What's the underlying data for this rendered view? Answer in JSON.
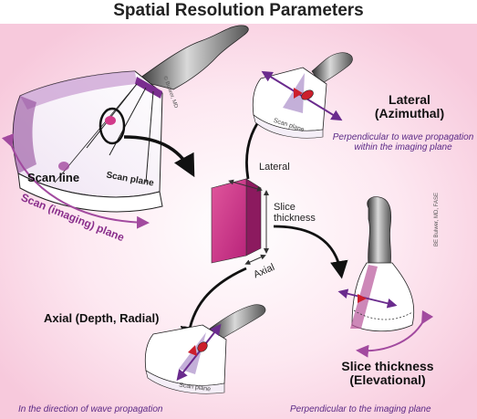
{
  "title": "Spatial Resolution Parameters",
  "labels": {
    "scan_line": "Scan line",
    "scan_plane": "Scan plane",
    "scan_imaging_plane": "Scan  (imaging) plane",
    "lateral_arrow": "Lateral",
    "slice_thickness_arrow": "Slice thickness",
    "axial_arrow": "Axial",
    "small_scan_plane": "Scan plane",
    "probe_credit": "© Bulwer, MD"
  },
  "lateral": {
    "title": "Lateral (Azimuthal)",
    "description": "Perpendicular to wave propagation within the imaging plane"
  },
  "axial": {
    "title": "Axial  (Depth, Radial)",
    "description": "In the direction of wave propagation"
  },
  "elevational": {
    "title": "Slice thickness (Elevational)",
    "description": "Perpendicular to the imaging plane"
  },
  "credit": "BE Bulwer, MD, FASE",
  "colors": {
    "background": "#fbe0ec",
    "accent": "#8a2f8c",
    "voxel": "#d23a8a",
    "beam": "#b8559a",
    "focus_red": "#cc1f2c"
  }
}
